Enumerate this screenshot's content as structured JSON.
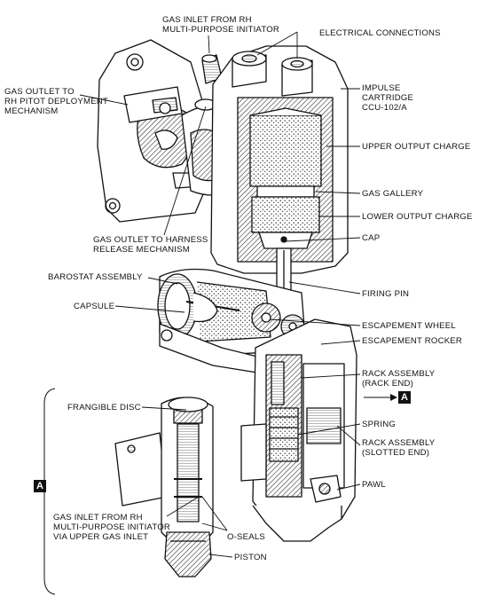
{
  "labels": {
    "gas_inlet_rh": [
      "GAS INLET FROM RH",
      "MULTI-PURPOSE INITIATOR"
    ],
    "electrical_connections": "ELECTRICAL CONNECTIONS",
    "gas_outlet_pitot": [
      "GAS OUTLET TO",
      "RH PITOT DEPLOYMENT",
      "MECHANISM"
    ],
    "impulse_cartridge": [
      "IMPULSE",
      "CARTRIDGE",
      "CCU-102/A"
    ],
    "upper_output_charge": "UPPER OUTPUT CHARGE",
    "gas_gallery": "GAS GALLERY",
    "lower_output_charge": "LOWER OUTPUT CHARGE",
    "cap": "CAP",
    "gas_outlet_harness": [
      "GAS OUTLET TO HARNESS",
      "RELEASE MECHANISM"
    ],
    "barostat_assembly": "BAROSTAT ASSEMBLY",
    "firing_pin": "FIRING PIN",
    "capsule": "CAPSULE",
    "escapement_wheel": "ESCAPEMENT WHEEL",
    "escapement_rocker": "ESCAPEMENT ROCKER",
    "rack_assembly_rack_end": [
      "RACK ASSEMBLY",
      "(RACK END)"
    ],
    "section_marker_right": "A",
    "frangible_disc": "FRANGIBLE DISC",
    "spring": "SPRING",
    "rack_assembly_slotted_end": [
      "RACK ASSEMBLY",
      "(SLOTTED END)"
    ],
    "section_marker_left": "A",
    "pawl": "PAWL",
    "gas_inlet_upper": [
      "GAS INLET FROM RH",
      "MULTI-PURPOSE INITIATOR",
      "VIA UPPER GAS INLET"
    ],
    "o_seals": "O-SEALS",
    "piston": "PISTON"
  }
}
